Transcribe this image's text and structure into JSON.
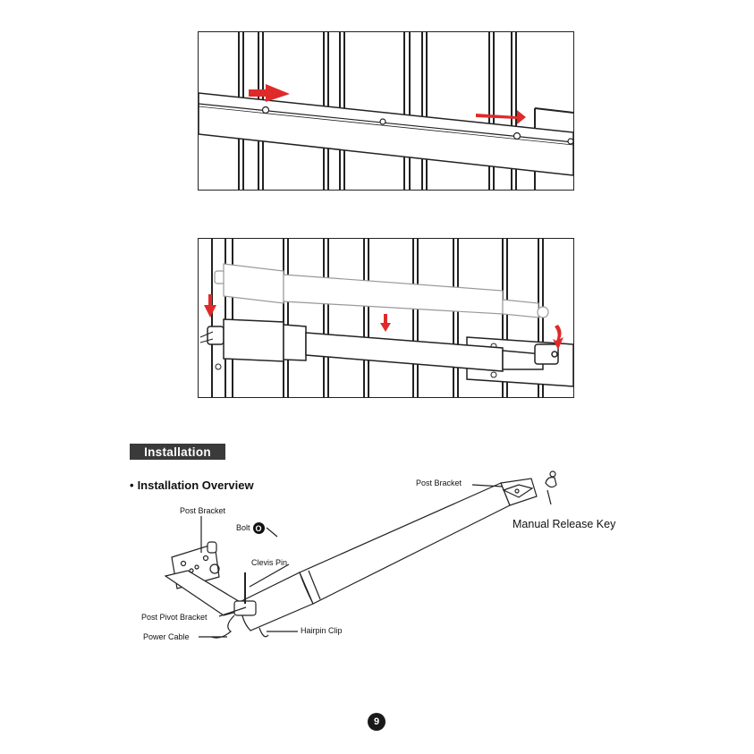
{
  "section": {
    "title": "Installation"
  },
  "overview": {
    "bullet": "•",
    "title": "Installation Overview"
  },
  "labels": {
    "post_bracket_left": "Post Bracket",
    "bolt": "Bolt",
    "bolt_badge": "O",
    "clevis_pin": "Clevis Pin",
    "post_pivot_bracket": "Post Pivot Bracket",
    "power_cable": "Power Cable",
    "hairpin_clip": "Hairpin Clip",
    "post_bracket_right": "Post Bracket",
    "manual_release_key": "Manual Release Key"
  },
  "page": {
    "number": "9"
  },
  "colors": {
    "arrow": "#e02a2a",
    "line": "#222222",
    "fill": "#ffffff"
  }
}
